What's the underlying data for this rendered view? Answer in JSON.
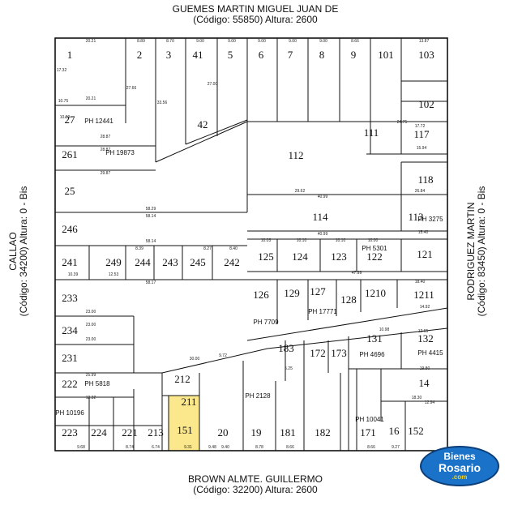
{
  "streets": {
    "top_name": "GUEMES MARTIN MIGUEL JUAN DE",
    "top_code": "(Código: 55850) Altura: 2600",
    "bottom_name": "BROWN ALMTE. GUILLERMO",
    "bottom_code": "(Código: 32200) Altura: 2600",
    "left_name": "CALLAO",
    "left_code": "(Código: 34200) Altura: 0 - Bis",
    "right_name": "RODRIGUEZ MARTIN",
    "right_code": "(Código: 83450) Altura: 0 - Bis"
  },
  "logo": {
    "line1": "Bienes",
    "line2": "Rosario",
    "line3": ".com"
  },
  "colors": {
    "highlight": "#fbe88c",
    "lines": "#111111",
    "logo_blue": "#1a72c9",
    "logo_yellow": "#f3d21a"
  },
  "lots": [
    {
      "text": "1"
    },
    {
      "text": "2"
    },
    {
      "text": "3"
    },
    {
      "text": "41"
    },
    {
      "text": "5"
    },
    {
      "text": "6"
    },
    {
      "text": "7"
    },
    {
      "text": "8"
    },
    {
      "text": "9"
    },
    {
      "text": "101"
    },
    {
      "text": "103"
    },
    {
      "text": "102"
    },
    {
      "text": "27"
    },
    {
      "text": "42"
    },
    {
      "text": "111"
    },
    {
      "text": "117"
    },
    {
      "text": "261"
    },
    {
      "text": "112"
    },
    {
      "text": "118"
    },
    {
      "text": "25"
    },
    {
      "text": "114"
    },
    {
      "text": "113"
    },
    {
      "text": "246"
    },
    {
      "text": "241"
    },
    {
      "text": "249"
    },
    {
      "text": "244"
    },
    {
      "text": "243"
    },
    {
      "text": "245"
    },
    {
      "text": "242"
    },
    {
      "text": "125"
    },
    {
      "text": "124"
    },
    {
      "text": "123"
    },
    {
      "text": "122"
    },
    {
      "text": "121"
    },
    {
      "text": "126"
    },
    {
      "text": "129"
    },
    {
      "text": "127"
    },
    {
      "text": "128"
    },
    {
      "text": "1210"
    },
    {
      "text": "1211"
    },
    {
      "text": "233"
    },
    {
      "text": "234"
    },
    {
      "text": "231"
    },
    {
      "text": "183"
    },
    {
      "text": "172"
    },
    {
      "text": "173"
    },
    {
      "text": "131"
    },
    {
      "text": "132"
    },
    {
      "text": "222"
    },
    {
      "text": "212"
    },
    {
      "text": "211"
    },
    {
      "text": "14"
    },
    {
      "text": "223"
    },
    {
      "text": "224"
    },
    {
      "text": "221"
    },
    {
      "text": "213"
    },
    {
      "text": "20"
    },
    {
      "text": "19"
    },
    {
      "text": "181"
    },
    {
      "text": "182"
    },
    {
      "text": "171"
    },
    {
      "text": "16"
    },
    {
      "text": "152"
    },
    {
      "text": "151"
    }
  ],
  "ph_labels": [
    {
      "text": "PH 12441"
    },
    {
      "text": "PH 19873"
    },
    {
      "text": "PH 3275"
    },
    {
      "text": "PH 5301"
    },
    {
      "text": "PH 17771"
    },
    {
      "text": "PH 7709"
    },
    {
      "text": "PH 4696"
    },
    {
      "text": "PH 4415"
    },
    {
      "text": "PH 5818"
    },
    {
      "text": "PH 10196"
    },
    {
      "text": "PH 2128"
    },
    {
      "text": "PH 10041"
    }
  ],
  "measurements": [
    "20.21",
    "8.89",
    "8.70",
    "9.00",
    "9.00",
    "9.00",
    "9.00",
    "9.00",
    "8.66",
    "13.87",
    "17.32",
    "27.66",
    "33.56",
    "10.75",
    "20.21",
    "10.39",
    "28.87",
    "28.87",
    "29.87",
    "58.29",
    "58.14",
    "58.17",
    "58.14",
    "10.39",
    "12.53",
    "8.39",
    "8.27",
    "8.40",
    "23.00",
    "23.00",
    "23.00",
    "25.99",
    "12.32",
    "30.00",
    "9.72",
    "9.31",
    "9.40",
    "8.78",
    "8.66",
    "8.66",
    "9.27",
    "27.00",
    "40.99",
    "40.99",
    "29.62",
    "26.84",
    "24.75",
    "15.94",
    "17.72",
    "15.40",
    "10.03",
    "10.10",
    "10.10",
    "10.00",
    "47.99",
    "18.40",
    "14.92",
    "12.65",
    "10.98",
    "5.25",
    "19.80",
    "18.30",
    "12.94",
    "9.48",
    "6.74",
    "8.74",
    "9.68"
  ]
}
